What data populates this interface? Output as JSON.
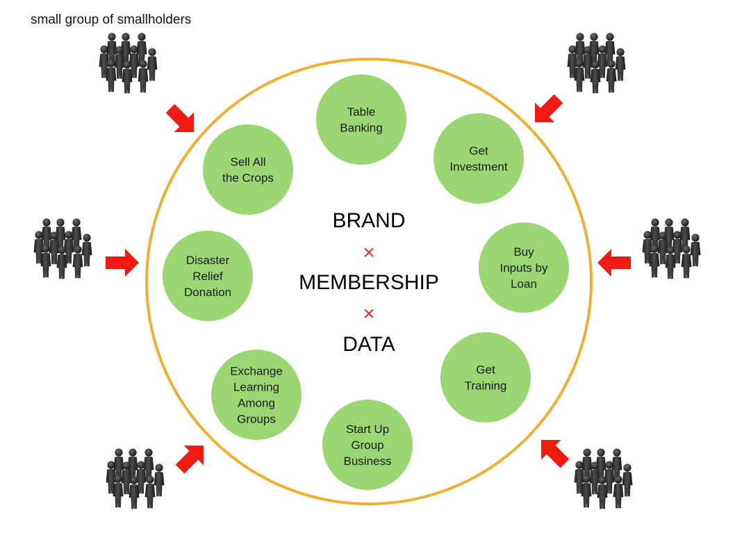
{
  "caption": "small group of smallholders",
  "center": {
    "line1": "BRAND",
    "line2": "MEMBERSHIP",
    "line3": "DATA",
    "separator": "×",
    "separator_color": "#e8322a"
  },
  "activities": [
    {
      "id": "table-banking",
      "lines": [
        "Table",
        "Banking"
      ]
    },
    {
      "id": "get-investment",
      "lines": [
        "Get",
        "Investment"
      ]
    },
    {
      "id": "buy-inputs-by-loan",
      "lines": [
        "Buy",
        "Inputs by",
        "Loan"
      ]
    },
    {
      "id": "get-training",
      "lines": [
        "Get",
        "Training"
      ]
    },
    {
      "id": "start-up-group-business",
      "lines": [
        "Start Up",
        "Group",
        "Business"
      ]
    },
    {
      "id": "exchange-learning-among-groups",
      "lines": [
        "Exchange",
        "Learning",
        "Among",
        "Groups"
      ]
    },
    {
      "id": "disaster-relief-donation",
      "lines": [
        "Disaster",
        "Relief",
        "Donation"
      ]
    },
    {
      "id": "sell-all-the-crops",
      "lines": [
        "Sell All",
        "the Crops"
      ]
    }
  ],
  "groups": [
    "top-left",
    "top-right",
    "middle-left",
    "middle-right",
    "bottom-left",
    "bottom-right"
  ],
  "icons": {
    "group": "people-group-icon",
    "arrow": "arrow-icon"
  },
  "colors": {
    "ring": "#f2ae2e",
    "bubble": "#9ad672",
    "arrow": "#f01a10",
    "people": "#2b2b2b"
  }
}
